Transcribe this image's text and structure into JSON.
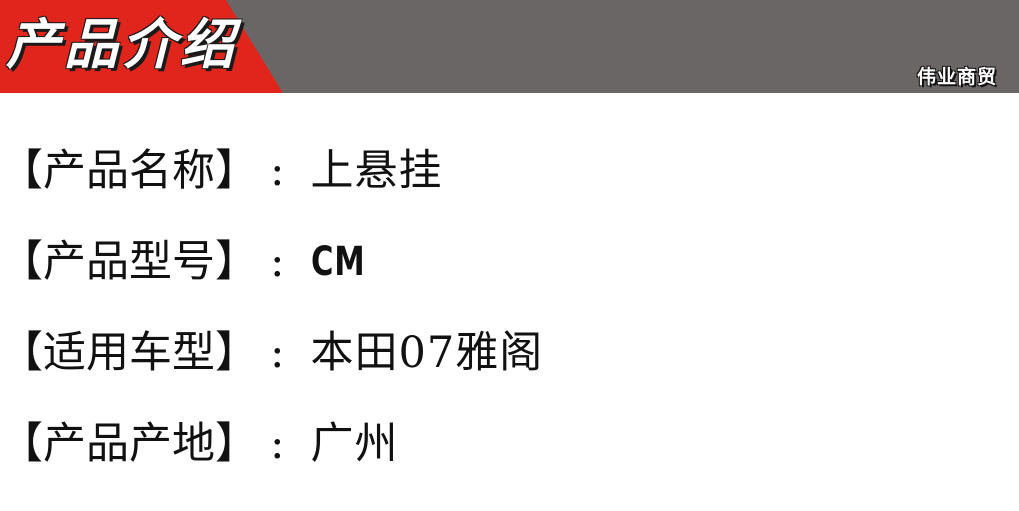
{
  "banner": {
    "title": "产品介绍",
    "brand": "伟业商贸",
    "colors": {
      "red": "#e0251c",
      "gray": "#6b6666"
    }
  },
  "specs": [
    {
      "label": "【产品名称】",
      "colon": ":",
      "value": "上悬挂"
    },
    {
      "label": "【产品型号】",
      "colon": ":",
      "value": "CM"
    },
    {
      "label": "【适用车型】",
      "colon": ":",
      "value": "本田07雅阁"
    },
    {
      "label": "【产品产地】",
      "colon": ":",
      "value": "广州"
    }
  ]
}
